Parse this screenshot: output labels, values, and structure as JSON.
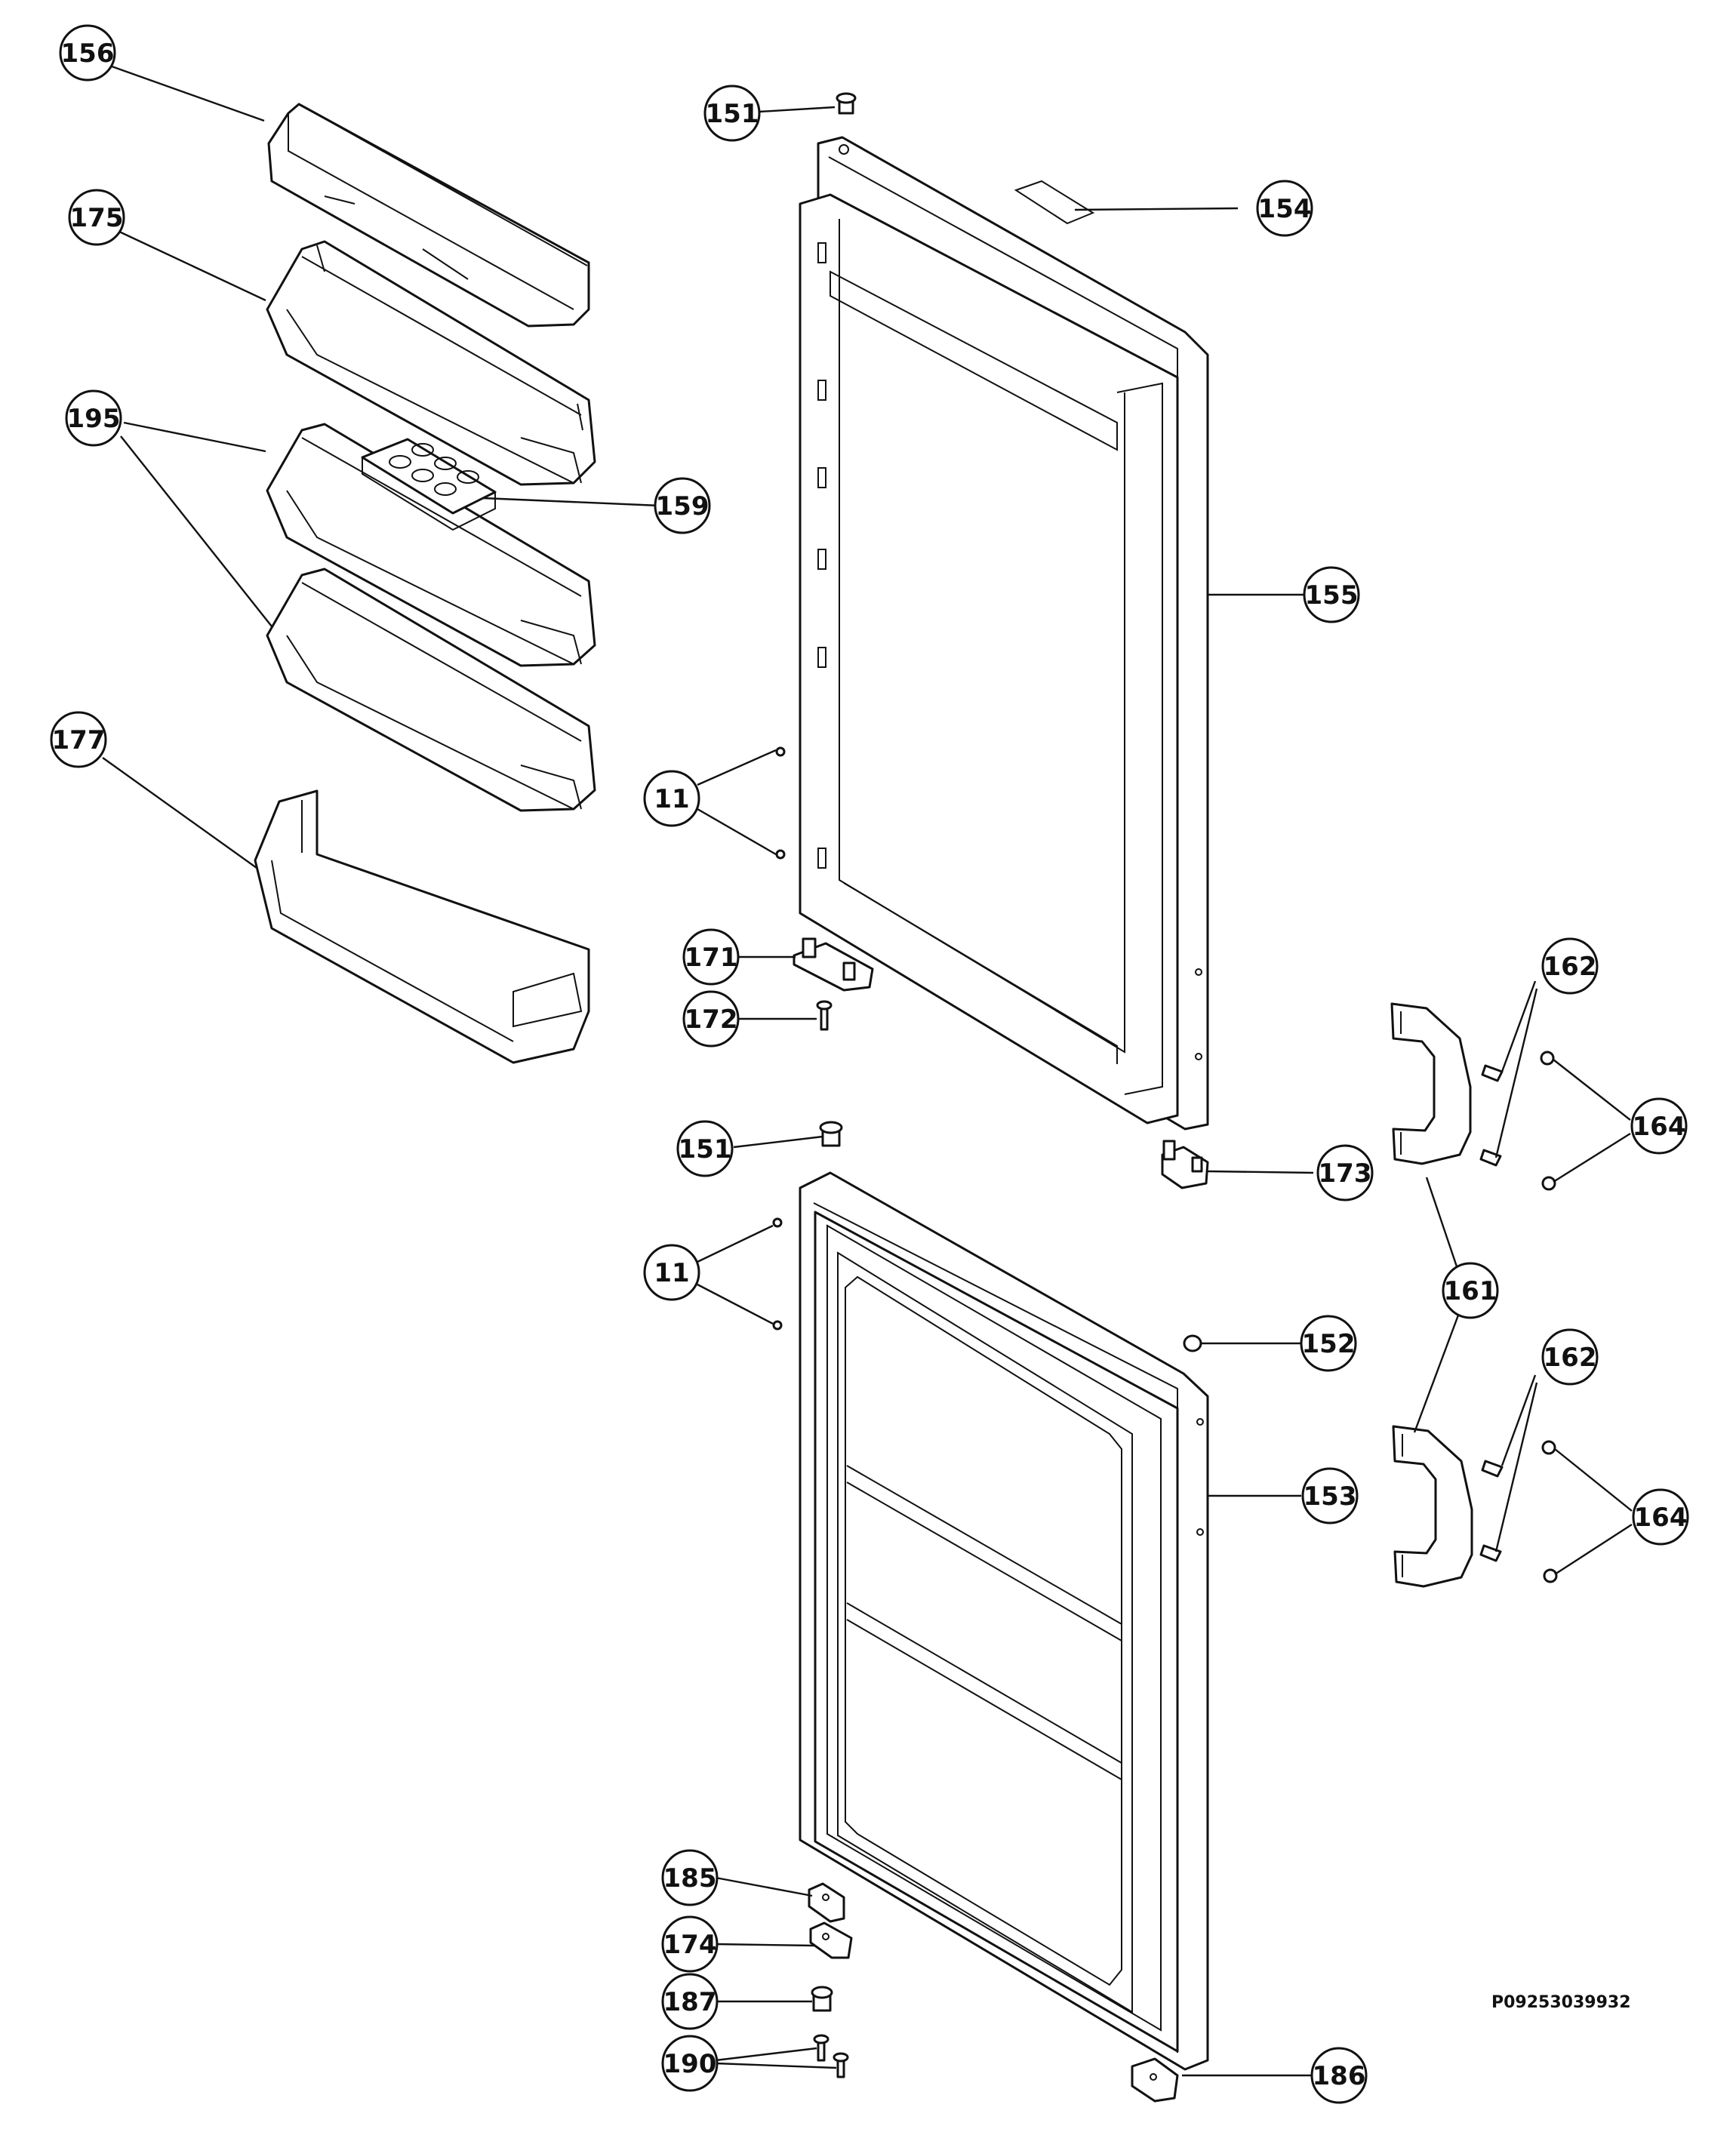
{
  "document_code": "P09253039932",
  "callouts": [
    {
      "id": "c156",
      "label": "156"
    },
    {
      "id": "c175",
      "label": "175"
    },
    {
      "id": "c195",
      "label": "195"
    },
    {
      "id": "c159",
      "label": "159"
    },
    {
      "id": "c177",
      "label": "177"
    },
    {
      "id": "c151a",
      "label": "151"
    },
    {
      "id": "c154",
      "label": "154"
    },
    {
      "id": "c155",
      "label": "155"
    },
    {
      "id": "c11a",
      "label": "11"
    },
    {
      "id": "c171",
      "label": "171"
    },
    {
      "id": "c172",
      "label": "172"
    },
    {
      "id": "c162a",
      "label": "162"
    },
    {
      "id": "c164a",
      "label": "164"
    },
    {
      "id": "c151b",
      "label": "151"
    },
    {
      "id": "c173",
      "label": "173"
    },
    {
      "id": "c11b",
      "label": "11"
    },
    {
      "id": "c161",
      "label": "161"
    },
    {
      "id": "c152",
      "label": "152"
    },
    {
      "id": "c162b",
      "label": "162"
    },
    {
      "id": "c153",
      "label": "153"
    },
    {
      "id": "c164b",
      "label": "164"
    },
    {
      "id": "c185",
      "label": "185"
    },
    {
      "id": "c174",
      "label": "174"
    },
    {
      "id": "c187",
      "label": "187"
    },
    {
      "id": "c190",
      "label": "190"
    },
    {
      "id": "c186",
      "label": "186"
    }
  ]
}
